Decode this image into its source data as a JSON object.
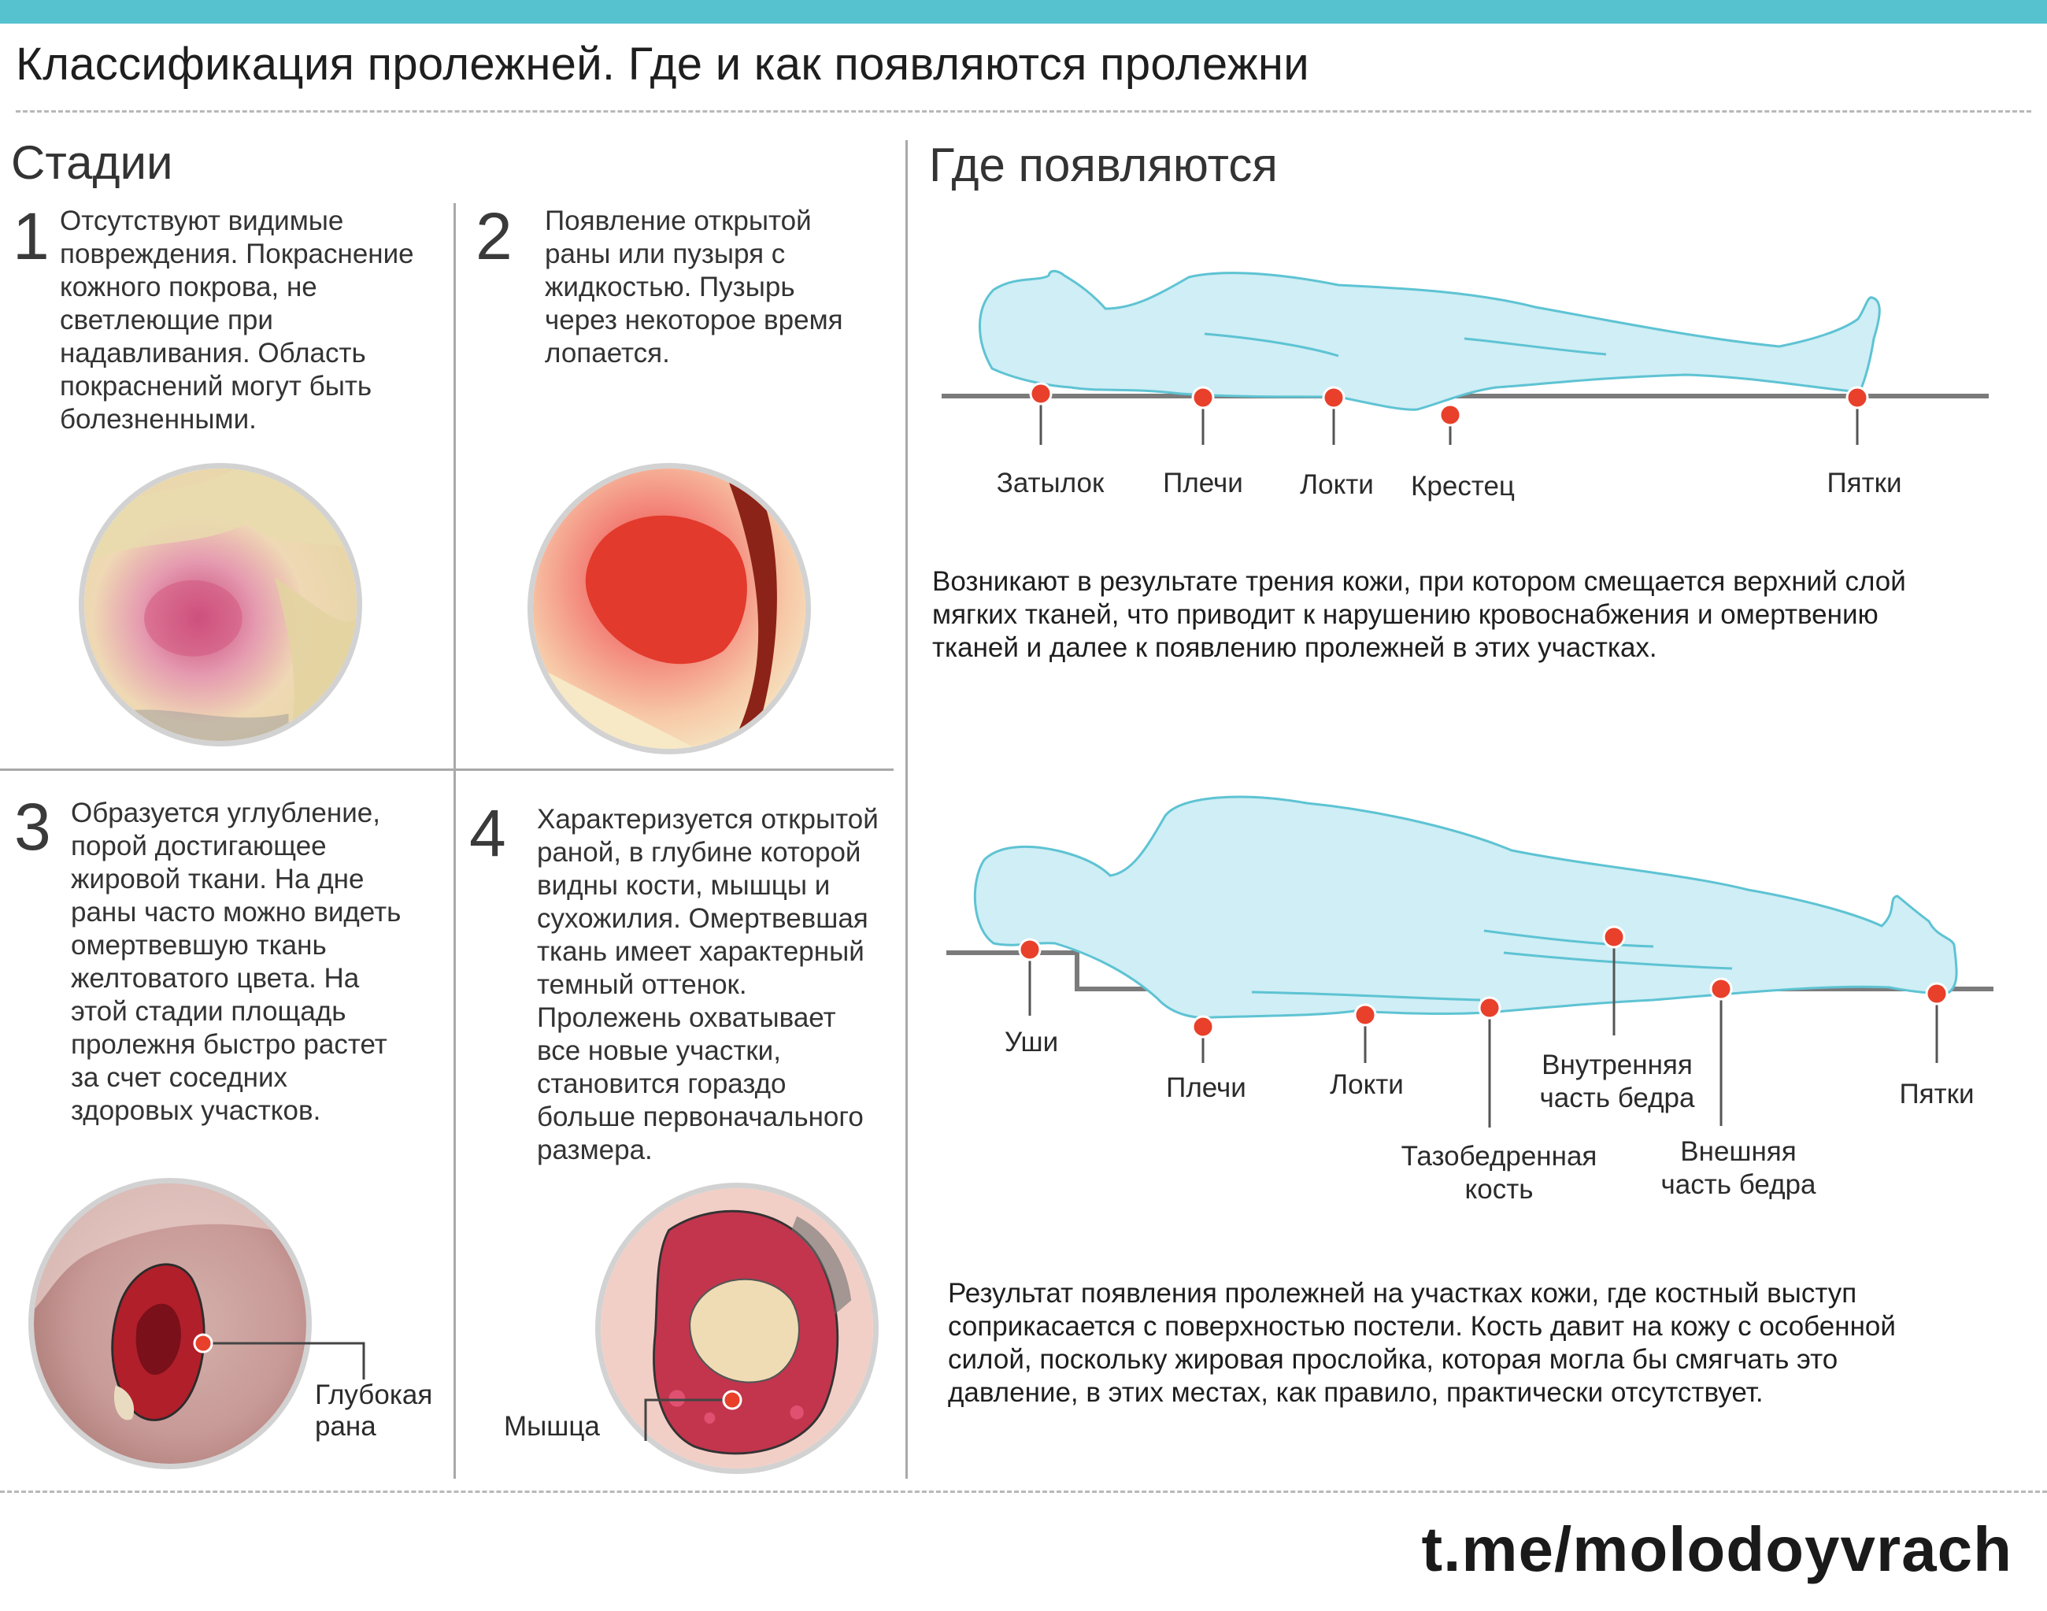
{
  "title": "Классификация пролежней. Где и как появляются пролежни",
  "stages": {
    "heading": "Стадии",
    "items": [
      {
        "number": "1",
        "lines": [
          "Отсутствуют видимые",
          "повреждения. Покраснение",
          "кожного покрова, не",
          "светлеющие при",
          "надавливания. Область",
          "покраснений могут быть",
          "болезненными."
        ]
      },
      {
        "number": "2",
        "lines": [
          "Появление открытой",
          "раны или пузыря с",
          "жидкостью. Пузырь",
          "через некоторое время",
          "лопается."
        ]
      },
      {
        "number": "3",
        "lines": [
          "Образуется углубление,",
          "порой достигающее",
          "жировой ткани. На дне",
          "раны часто можно видеть",
          "омертвевшую ткань",
          "желтоватого цвета. На",
          "этой стадии площадь",
          "пролежня быстро растет",
          "за счет соседних",
          "здоровых участков."
        ],
        "image_label": [
          "Глубокая",
          "рана"
        ]
      },
      {
        "number": "4",
        "lines": [
          "Характеризуется открытой",
          "раной, в глубине которой",
          "видны кости, мышцы и",
          "сухожилия. Омертвевшая",
          "ткань имеет характерный",
          "темный оттенок.",
          "Пролежень охватывает",
          "все новые участки,",
          "становится гораздо",
          "больше первоначального",
          "размера."
        ],
        "image_label": "Мышца"
      }
    ]
  },
  "where": {
    "heading": "Где появляются",
    "supine": {
      "points": [
        "Затылок",
        "Плечи",
        "Локти",
        "Крестец",
        "Пятки"
      ],
      "description": [
        "Возникают в результате трения кожи, при котором смещается верхний слой",
        "мягких тканей, что приводит к нарушению кровоснабжения и омертвению",
        "тканей и далее к появлению пролежней в этих участках."
      ]
    },
    "lateral": {
      "points": {
        "ears": "Уши",
        "shoulders": "Плечи",
        "elbows": "Локти",
        "hip": [
          "Тазобедренная",
          "кость"
        ],
        "inner_thigh": [
          "Внутренняя",
          "часть бедра"
        ],
        "outer_thigh": [
          "Внешняя",
          "часть бедра"
        ],
        "heels": "Пятки"
      },
      "description": [
        "Результат появления пролежней на участках кожи, где костный выступ",
        "соприкасается с поверхностью постели. Кость давит на кожу с особенной",
        "силой, поскольку жировая прослойка, которая могла бы смягчать это",
        "давление, в этих местах, как правило, практически отсутствует."
      ]
    }
  },
  "brand": "t.me/molodoyvrach",
  "colors": {
    "accent": "#56c2cf",
    "marker": "#e8402a",
    "body_fill": "#cfeef5",
    "body_stroke": "#5ec3d3"
  }
}
